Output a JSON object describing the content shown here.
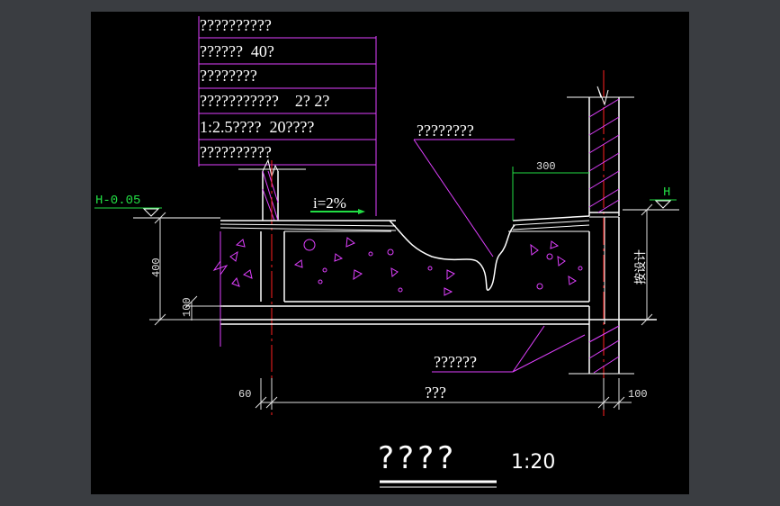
{
  "colors": {
    "background": "#000000",
    "frame": "#3a3d41",
    "magenta": "#e040ff",
    "white": "#ffffff",
    "green": "#22dd44",
    "red": "#ff2020",
    "dimension": "#e0e0e0"
  },
  "layers": [
    "??????????",
    "??????  40?",
    "????????",
    "???????????    2? 2?",
    "1:2.5????  20????",
    "??????????"
  ],
  "labels": {
    "elevation_left": "H-0.05",
    "elevation_right": "H",
    "slope": "i=2%",
    "callout_top": "????????",
    "callout_bottom": "??????",
    "vertical_note": "按设计",
    "dim_300": "300",
    "dim_400": "400",
    "dim_100_vert": "100",
    "dim_60": "60",
    "dim_span": "???",
    "dim_100_horz": "100",
    "title": "????",
    "scale": "1:20"
  }
}
